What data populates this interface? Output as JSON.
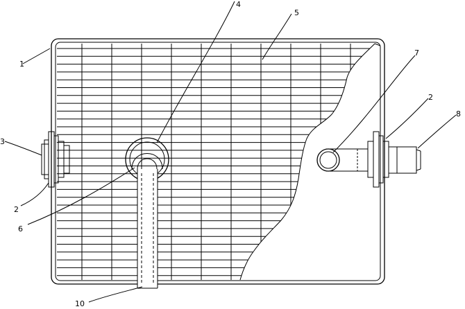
{
  "labels": {
    "l1": "1",
    "l2a": "2",
    "l2b": "2",
    "l3": "3",
    "l4": "4",
    "l5": "5",
    "l6": "6",
    "l7": "7",
    "l8": "8",
    "l10": "10"
  }
}
